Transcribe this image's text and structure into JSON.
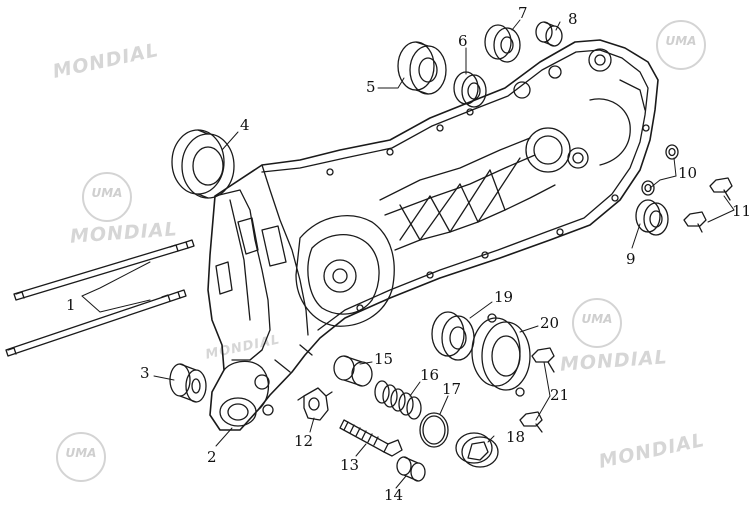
{
  "watermark": {
    "brand_text": "MONDIAL",
    "logo_text": "UMA"
  },
  "callouts": [
    {
      "id": "p1",
      "label": "1"
    },
    {
      "id": "p2",
      "label": "2"
    },
    {
      "id": "p3",
      "label": "3"
    },
    {
      "id": "p4",
      "label": "4"
    },
    {
      "id": "p5",
      "label": "5"
    },
    {
      "id": "p6",
      "label": "6"
    },
    {
      "id": "p7",
      "label": "7"
    },
    {
      "id": "p8",
      "label": "8"
    },
    {
      "id": "p9",
      "label": "9"
    },
    {
      "id": "p10",
      "label": "10"
    },
    {
      "id": "p11",
      "label": "11"
    },
    {
      "id": "p12",
      "label": "12"
    },
    {
      "id": "p13",
      "label": "13"
    },
    {
      "id": "p14",
      "label": "14"
    },
    {
      "id": "p15",
      "label": "15"
    },
    {
      "id": "p16",
      "label": "16"
    },
    {
      "id": "p17",
      "label": "17"
    },
    {
      "id": "p18",
      "label": "18"
    },
    {
      "id": "p19",
      "label": "19"
    },
    {
      "id": "p20",
      "label": "20"
    },
    {
      "id": "p21",
      "label": "21"
    }
  ],
  "colors": {
    "line": "#1a1a1a",
    "watermark": "#d6d6d6"
  }
}
